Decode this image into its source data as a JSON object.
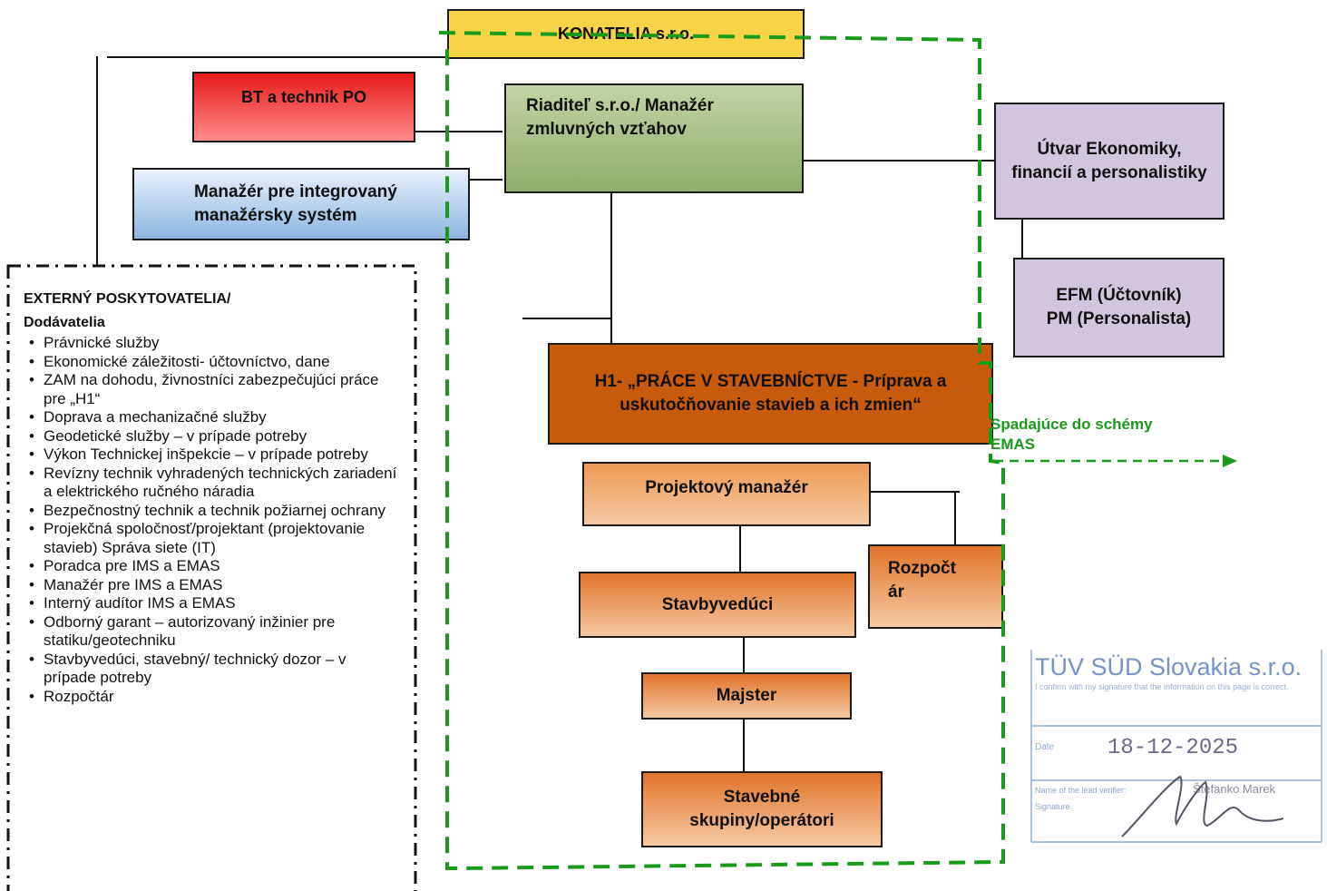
{
  "company": "KONATELIA s.r.o.",
  "director": "Riaditeľ s.r.o./ Manažér zmluvných vzťahov",
  "bt": "BT a technik PO",
  "ims_manager": "Manažér pre integrovaný manažérsky systém",
  "economics": "Útvar Ekonomiky, financií a personalistiky",
  "efm": "EFM (Účtovník) PM (Personalista)",
  "h1": "H1- „PRÁCE V STAVEBNÍCTVE - Príprava a uskutočňovanie stavieb a ich zmien“",
  "project_manager": "Projektový manažér",
  "site_manager": "Stavbyvedúci",
  "budgeter": "Rozpočtár",
  "foreman": "Majster",
  "crews": "Stavebné skupiny/operátori",
  "emas_label": "Spadajúce do schémy EMAS",
  "external": {
    "title1": "EXTERNÝ POSKYTOVATELIA/",
    "title2": "Dodávatelia",
    "items": [
      "Právnické služby",
      "Ekonomické záležitosti- účtovníctvo, dane",
      "ZAM na dohodu, živnostníci zabezpečujúci práce pre „H1“",
      "Doprava a mechanizačné služby",
      "Geodetické služby – v prípade potreby",
      "Výkon Technickej inšpekcie – v prípade potreby",
      "Revízny technik vyhradených technických zariadení a elektrického ručného náradia",
      "Bezpečnostný technik a technik požiarnej ochrany",
      "Projekčná spoločnosť/projektant (projektovanie stavieb) Správa siete (IT)",
      "Poradca pre IMS a EMAS",
      "Manažér pre IMS a EMAS",
      "Interný audítor IMS a EMAS",
      "Odborný garant – autorizovaný inžinier pre statiku/geotechniku",
      "Stavbyvedúci, stavebný/ technický dozor – v prípade potreby",
      "Rozpočtár"
    ]
  },
  "stamp": {
    "org": "TÜV SÜD Slovakia s.r.o.",
    "confirm": "I confirm with my signature that the information on this page is correct.",
    "date_label": "Date",
    "date": "18-12-2025",
    "verifier_label": "Name of the lead verifier:",
    "verifier": "Štefanko Marek",
    "signature_label": "Signature"
  },
  "colors": {
    "company_fill": "#f7d447",
    "bt_fill": "#ee2b2b",
    "ims_fill": "#b3cdea",
    "director_fill": "#a9c08a",
    "econ_fill": "#d2c6df",
    "h1_fill": "#c85a0b",
    "orange_fill": "#e88a3c",
    "emas_green": "#1a9a1a",
    "stamp_blue": "#6f8fc7"
  }
}
